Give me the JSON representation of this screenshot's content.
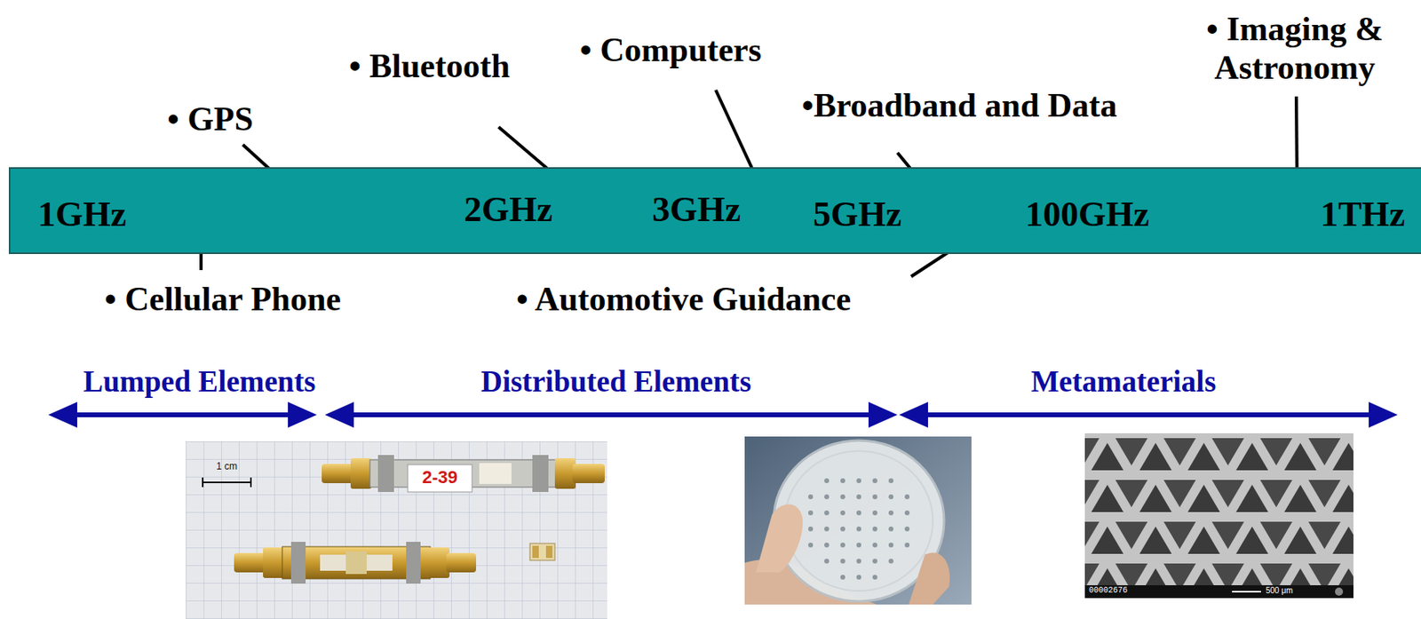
{
  "diagram": {
    "nodes": [
      {
        "text": [
          "1GHz",
          "2GHz",
          "3GHz",
          "5GHz",
          "100GHz",
          "1THz"
        ]
      }
    ],
    "labels": [
      "• Imaging & Astronomy",
      "• Bluetooth",
      "• Computers",
      "• GPS",
      "•Broadband and Data",
      "• Cellular Phone",
      "• Automotive Guidance",
      "Lumped Elements",
      "Distributed Elements",
      "Metamaterials",
      "1 cm",
      "2-39",
      "00002676",
      "500 μm"
    ]
  }
}
